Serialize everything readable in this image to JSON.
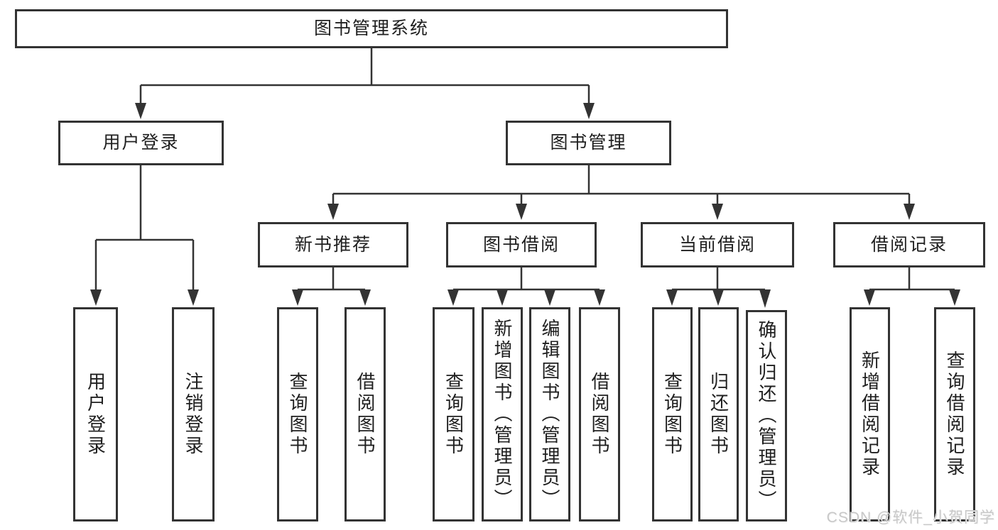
{
  "title": "图书管理系统",
  "style": {
    "line_color": "#333333",
    "box_background": "#ffffff",
    "text_color": "#1f1f1f",
    "watermark_color": "#c8c8c8"
  },
  "tree": {
    "root": {
      "label": "图书管理系统",
      "children": [
        {
          "label": "用户登录",
          "children": [
            {
              "label": "用户登录"
            },
            {
              "label": "注销登录"
            }
          ]
        },
        {
          "label": "图书管理",
          "children": [
            {
              "label": "新书推荐",
              "children": [
                {
                  "label": "查询图书"
                },
                {
                  "label": "借阅图书"
                }
              ]
            },
            {
              "label": "图书借阅",
              "children": [
                {
                  "label": "查询图书"
                },
                {
                  "label": "新增图书（管理员）"
                },
                {
                  "label": "编辑图书（管理员）"
                },
                {
                  "label": "借阅图书"
                }
              ]
            },
            {
              "label": "当前借阅",
              "children": [
                {
                  "label": "查询图书"
                },
                {
                  "label": "归还图书"
                },
                {
                  "label": "确认归还（管理员）"
                }
              ]
            },
            {
              "label": "借阅记录",
              "children": [
                {
                  "label": "新增借阅记录"
                },
                {
                  "label": "查询借阅记录"
                }
              ]
            }
          ]
        }
      ]
    }
  },
  "watermark": {
    "text": "CSDN @软件_小贺同学"
  }
}
